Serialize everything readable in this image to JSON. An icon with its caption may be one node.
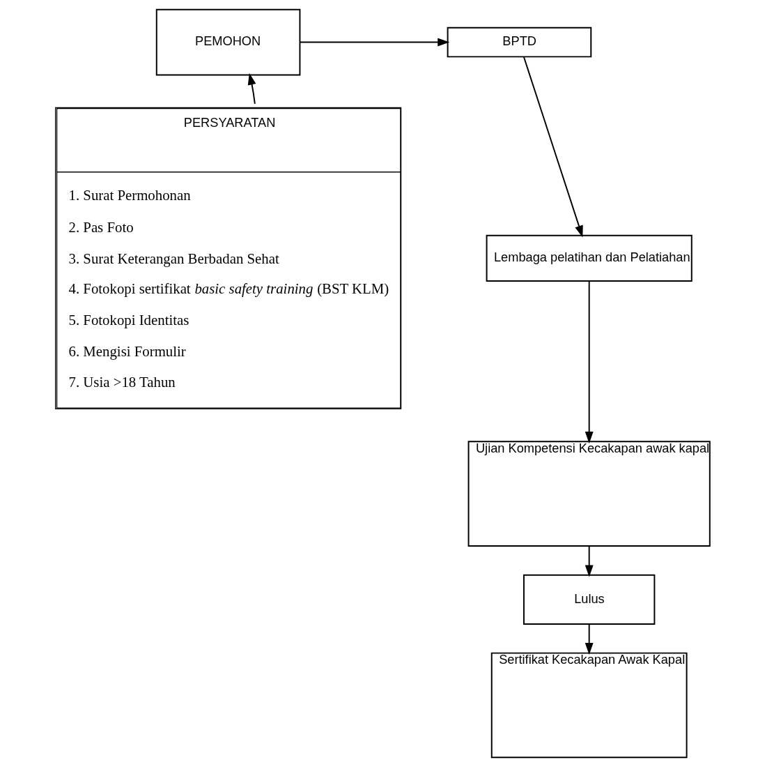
{
  "diagram": {
    "nodes": [
      {
        "text": [
          "PEMOHON"
        ]
      },
      {
        "text": [
          "BPTD"
        ]
      },
      {
        "text": [
          "Lembaga pelatihan dan Pelatiahan"
        ]
      },
      {
        "text": [
          "Ujian Kompetensi Kecakapan awak kapal"
        ]
      },
      {
        "text": [
          "Lulus"
        ]
      },
      {
        "text": [
          "Sertifikat Kecakapan Awak Kapal"
        ]
      },
      {
        "text": [
          "PERSYARATAN",
          "1. Surat Permohonan",
          "2. Pas Foto",
          "3. Surat Keterangan Berbadan Sehat",
          "4. Fotokopi sertifikat *basic safety training* (BST KLM)",
          "5. Fotokopi Identitas",
          "6. Mengisi Formulir",
          "7. Usia >18 Tahun"
        ]
      }
    ],
    "edges": [
      {
        "from": 6,
        "to": 0,
        "arrow": "to"
      },
      {
        "from": 0,
        "to": 1,
        "arrow": "to"
      },
      {
        "from": 1,
        "to": 2,
        "arrow": "to"
      },
      {
        "from": 2,
        "to": 3,
        "arrow": "to"
      },
      {
        "from": 3,
        "to": 4,
        "arrow": "to"
      },
      {
        "from": 4,
        "to": 5,
        "arrow": "to"
      }
    ]
  }
}
